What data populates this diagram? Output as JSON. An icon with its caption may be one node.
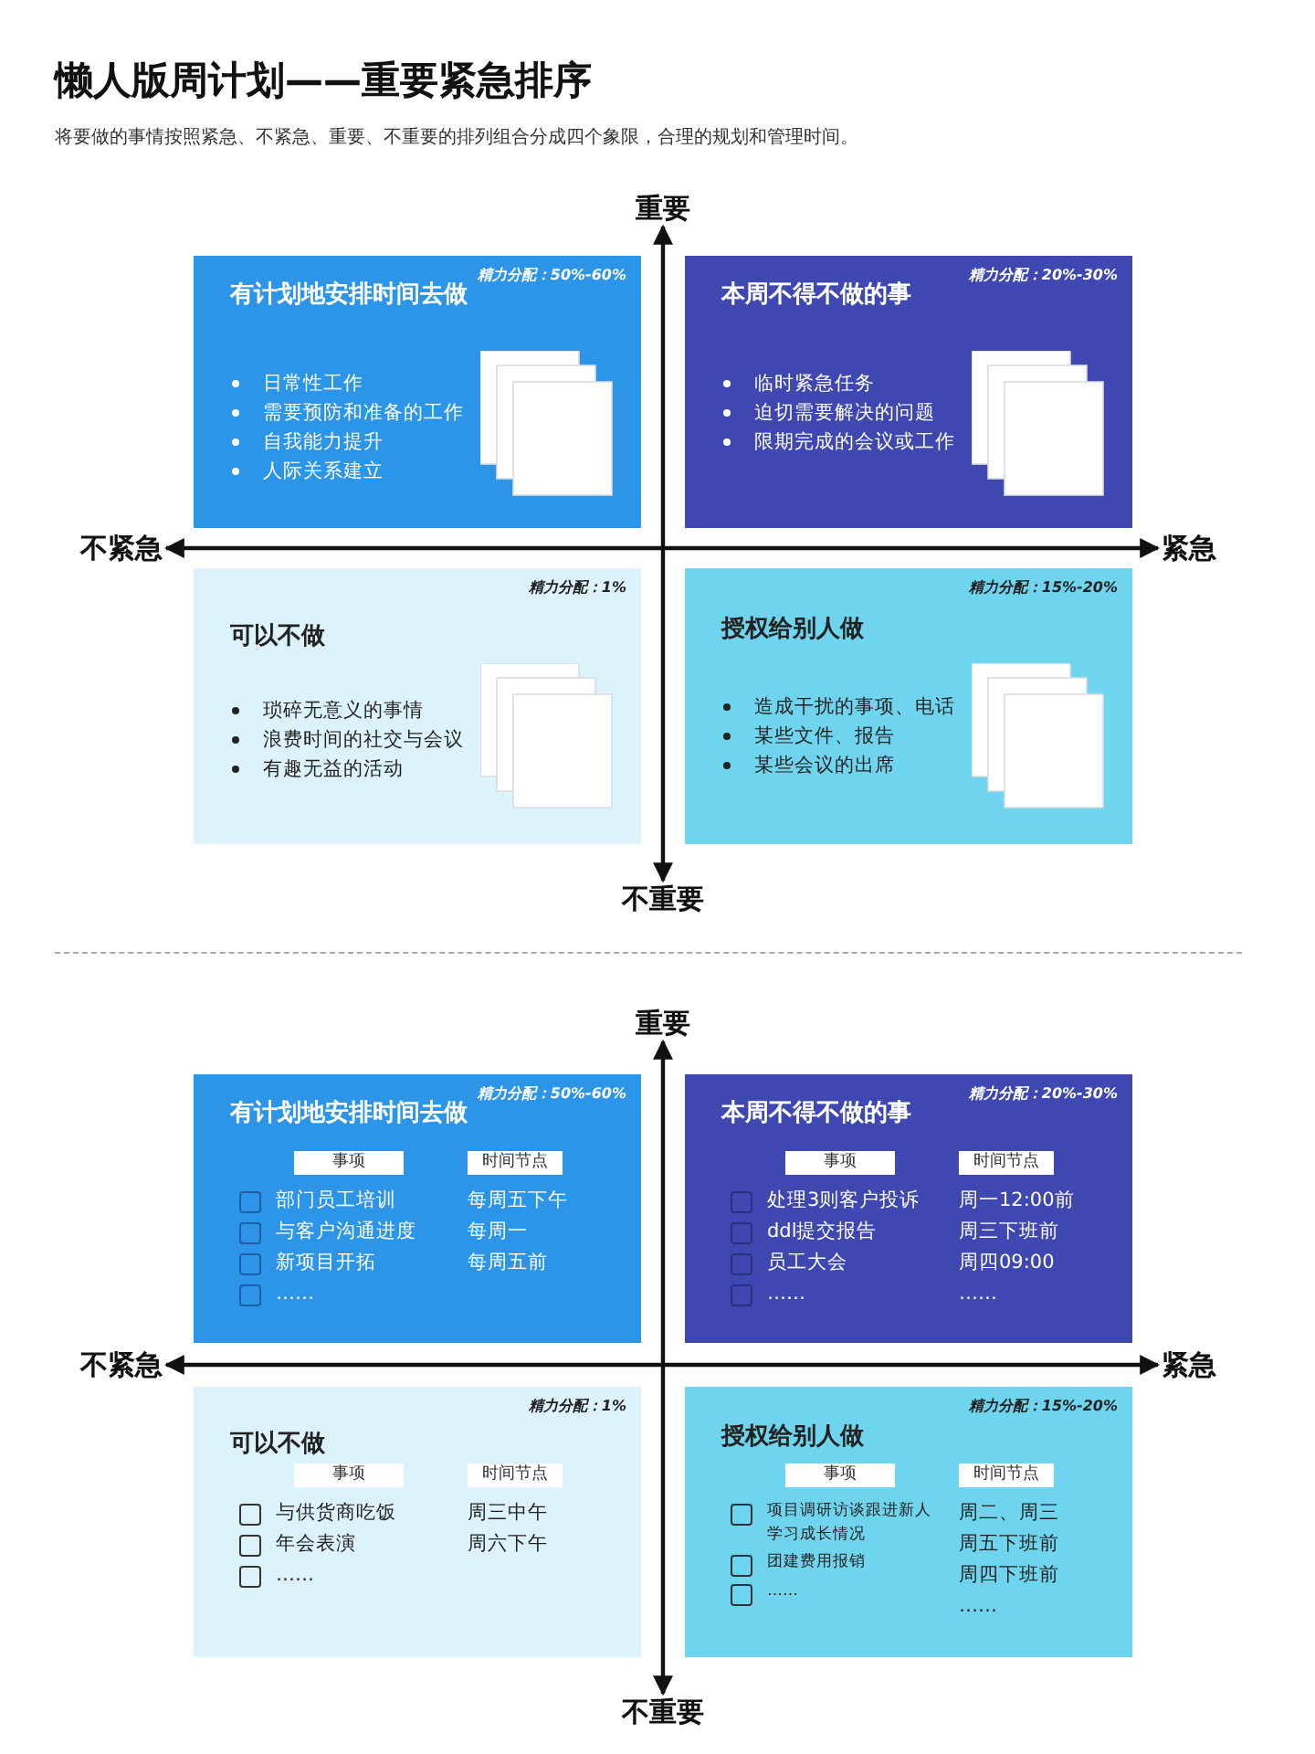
{
  "diagram": {
    "title": "懒人版周计划——重要紧急排序",
    "caption": "将要做的事情按照紧急、不紧急、重要、不重要的排列组合分成四个象限，合理的规划和管理时间。",
    "nodes": [
      {
        "text": [
          "重要"
        ]
      },
      {
        "text": [
          "有计划地安排时间去做",
          "精力分配：50%-60%",
          "日常性工作",
          "需要预防和准备的工作",
          "自我能力提升",
          "人际关系建立"
        ]
      },
      {
        "text": [
          "本周不得不做的事",
          "精力分配：20%-30%",
          "临时紧急任务",
          "迫切需要解决的问题",
          "限期完成的会议或工作"
        ]
      },
      {
        "text": [
          "不紧急"
        ]
      },
      {
        "text": [
          "紧急"
        ]
      },
      {
        "text": [
          "可以不做",
          "精力分配：1%",
          "琐碎无意义的事情",
          "浪费时间的社交与会议",
          "有趣无益的活动"
        ]
      },
      {
        "text": [
          "授权给别人做",
          "精力分配：15%-20%",
          "造成干扰的事项、电话",
          "某些文件、报告",
          "某些会议的出席"
        ]
      },
      {
        "text": [
          "不重要"
        ]
      },
      {
        "text": [
          "重要"
        ]
      },
      {
        "text": [
          "有计划地安排时间去做",
          "精力分配：50%-60%",
          "事项",
          "时间节点",
          "部门员工培训",
          "与客户沟通进度",
          "新项目开拓",
          "……",
          "每周五下午",
          "每周一",
          "每周五前"
        ]
      },
      {
        "text": [
          "本周不得不做的事",
          "精力分配：20%-30%",
          "事项",
          "时间节点",
          "处理3则客户投诉",
          "ddl提交报告",
          "员工大会",
          "……",
          "周一12:00前",
          "周三下班前",
          "周四09:00",
          "……"
        ]
      },
      {
        "text": [
          "不紧急"
        ]
      },
      {
        "text": [
          "紧急"
        ]
      },
      {
        "text": [
          "可以不做",
          "精力分配：1%",
          "事项",
          "时间节点",
          "与供货商吃饭",
          "年会表演",
          "……",
          "周三中午",
          "周六下午"
        ]
      },
      {
        "text": [
          "授权给别人做",
          "精力分配：15%-20%",
          "事项",
          "时间节点",
          "项目调研访谈跟进新人学习成长情况",
          "团建费用报销",
          "……",
          "周二、周三",
          "周五下班前",
          "周四下班前",
          "……"
        ]
      },
      {
        "text": [
          "不重要"
        ]
      }
    ],
    "edges": [
      {
        "from": 7,
        "to": 0,
        "arrow": "both"
      },
      {
        "from": 3,
        "to": 4,
        "arrow": "both"
      },
      {
        "from": 15,
        "to": 8,
        "arrow": "both"
      },
      {
        "from": 11,
        "to": 12,
        "arrow": "both"
      }
    ]
  }
}
